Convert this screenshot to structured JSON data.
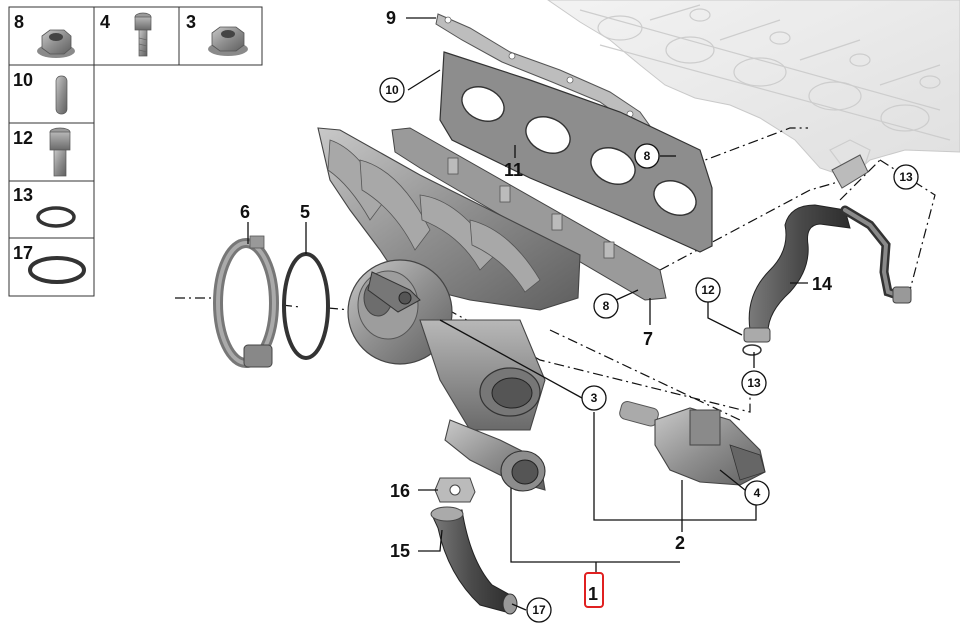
{
  "legend": {
    "row1": [
      "8",
      "4",
      "3"
    ],
    "rows": [
      "10",
      "12",
      "13",
      "17"
    ]
  },
  "labels": {
    "p1": "1",
    "p2": "2",
    "p5": "5",
    "p6": "6",
    "p7": "7",
    "p9": "9",
    "p11": "11",
    "p14": "14",
    "p15": "15",
    "p16": "16"
  },
  "callouts": {
    "c10": "10",
    "c8a": "8",
    "c8b": "8",
    "c13a": "13",
    "c12": "12",
    "c13b": "13",
    "c3": "3",
    "c4": "4",
    "c17": "17"
  },
  "highlight": {
    "color": "#e02020",
    "target": "1"
  }
}
